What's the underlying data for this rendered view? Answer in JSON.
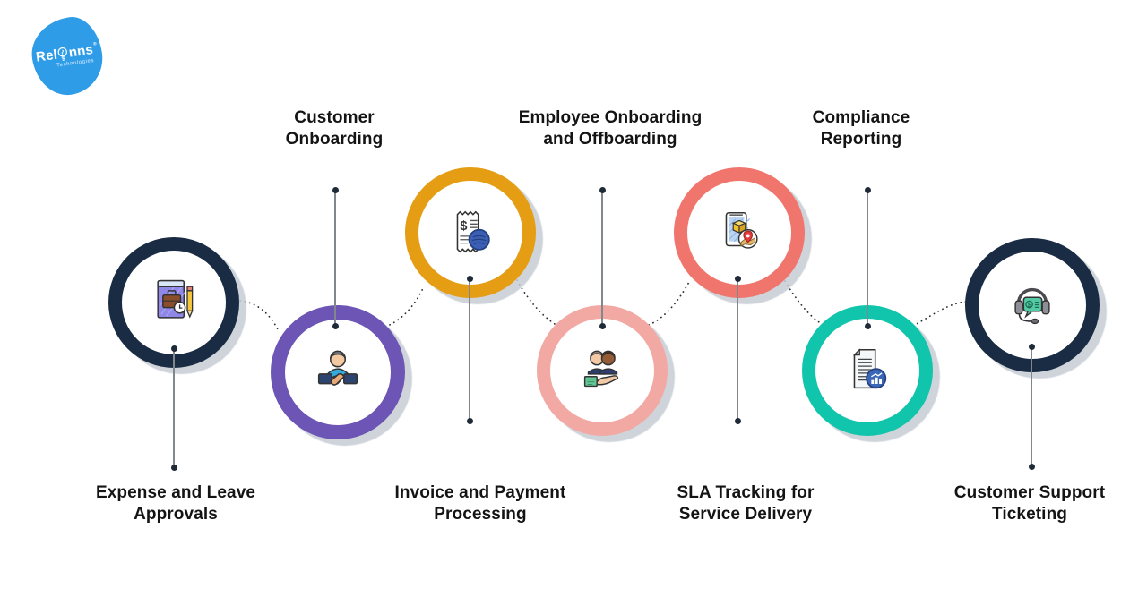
{
  "logo": {
    "brand_left": "Rel",
    "brand_right": "nns",
    "registered_mark": "®",
    "subtitle": "Technologies",
    "blob_color": "#2F9CE8",
    "icon": "lightbulb-icon"
  },
  "diagram": {
    "background": "#FFFFFF",
    "curve_color": "#2B2B2B",
    "connector_line_color": "#82878C",
    "connector_dot_color": "#1F2A38",
    "nodes": [
      {
        "label": "Expense and Leave\nApprovals",
        "label_position": "below",
        "ring_color": "#1A2C43",
        "icon": "planner-briefcase-icon"
      },
      {
        "label": "Customer\nOnboarding",
        "label_position": "above",
        "ring_color": "#6C55B4",
        "icon": "customer-handshake-icon"
      },
      {
        "label": "Invoice and Payment\nProcessing",
        "label_position": "below",
        "ring_color": "#E59D14",
        "icon": "invoice-coin-icon"
      },
      {
        "label": "Employee Onboarding\nand Offboarding",
        "label_position": "above",
        "ring_color": "#F2A8A3",
        "icon": "employees-in-hand-icon"
      },
      {
        "label": "SLA Tracking for\nService Delivery",
        "label_position": "below",
        "ring_color": "#F0756D",
        "icon": "delivery-tracking-phone-icon"
      },
      {
        "label": "Compliance\nReporting",
        "label_position": "above",
        "ring_color": "#10C5AB",
        "icon": "compliance-report-icon"
      },
      {
        "label": "Customer Support\nTicketing",
        "label_position": "below",
        "ring_color": "#1A2C43",
        "icon": "support-headset-icon"
      }
    ]
  }
}
